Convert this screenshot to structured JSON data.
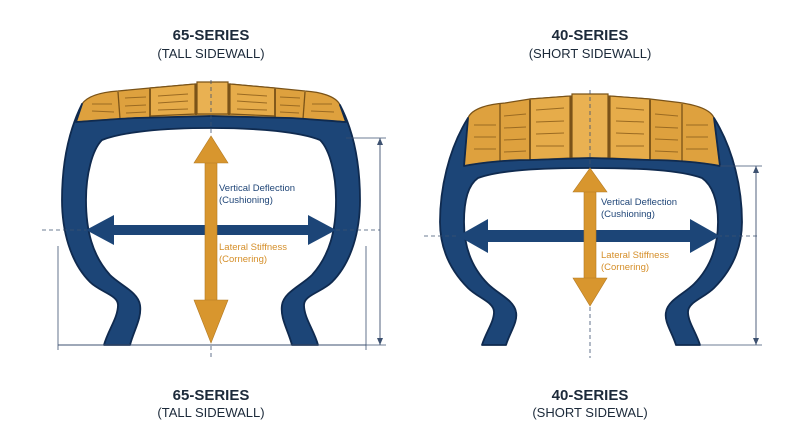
{
  "colors": {
    "tire_blue": "#1c4577",
    "tire_outline": "#0f2a4f",
    "tread_orange": "#dea13e",
    "tread_shadow": "#bf802a",
    "tread_outline": "#7a5318",
    "arrow_blue": "#1c4577",
    "arrow_orange": "#d8962e",
    "guide_line": "#3d5170",
    "text_dark": "#1c2a3a"
  },
  "left_tire": {
    "series_label": "65-SERIES",
    "sidewall_label": "(TALL SIDEWALL)",
    "vertical_label_line1": "Vertical Deflection",
    "vertical_label_line2": "(Cushioning)",
    "lateral_label_line1": "Lateral Stiffness",
    "lateral_label_line2": "(Cornering)",
    "bottom_series_label": "65-SERIES",
    "bottom_sidewall_label": "(TALL SIDEWALL)"
  },
  "right_tire": {
    "series_label": "40-SERIES",
    "sidewall_label": "(SHORT SIDEWALL)",
    "vertical_label_line1": "Vertical Deflection",
    "vertical_label_line2": "(Cushioning)",
    "lateral_label_line1": "Lateral Stiffness",
    "lateral_label_line2": "(Cornering)",
    "bottom_series_label": "40-SERIES",
    "bottom_sidewall_label": "(SHORT SIDEWAL)"
  }
}
